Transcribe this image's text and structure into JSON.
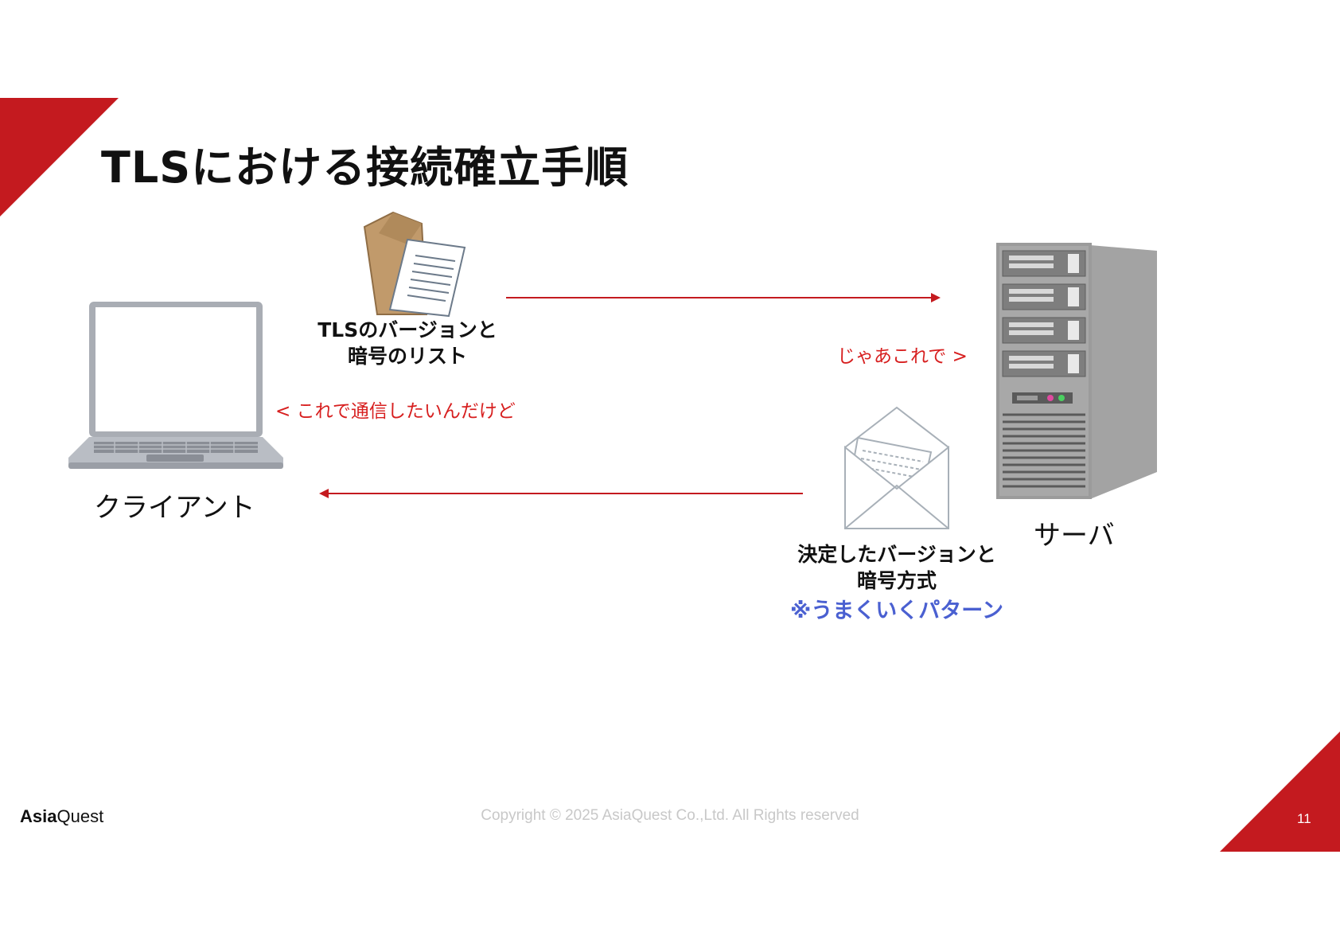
{
  "title": "TLSにおける接続確立手順",
  "client": {
    "label": "クライアント"
  },
  "server": {
    "label": "サーバ"
  },
  "client_hello": {
    "label_line1": "TLSのバージョンと",
    "label_line2": "暗号のリスト",
    "speech": "< これで通信したいんだけど"
  },
  "server_hello": {
    "speech": "じゃあこれで >",
    "label_line1": "決定したバージョンと",
    "label_line2": "暗号方式",
    "note": "※うまくいくパターン"
  },
  "footer": {
    "logo_bold": "Asia",
    "logo_rest": "Quest",
    "copyright": "Copyright © 2025 AsiaQuest Co.,Ltd. All Rights reserved",
    "page_number": "11"
  },
  "colors": {
    "accent": "#c41a1f",
    "arrow": "#c41a1f",
    "note": "#4a60d1"
  },
  "icons": [
    "laptop-icon",
    "server-icon",
    "envelope-document-icon",
    "open-envelope-icon"
  ]
}
